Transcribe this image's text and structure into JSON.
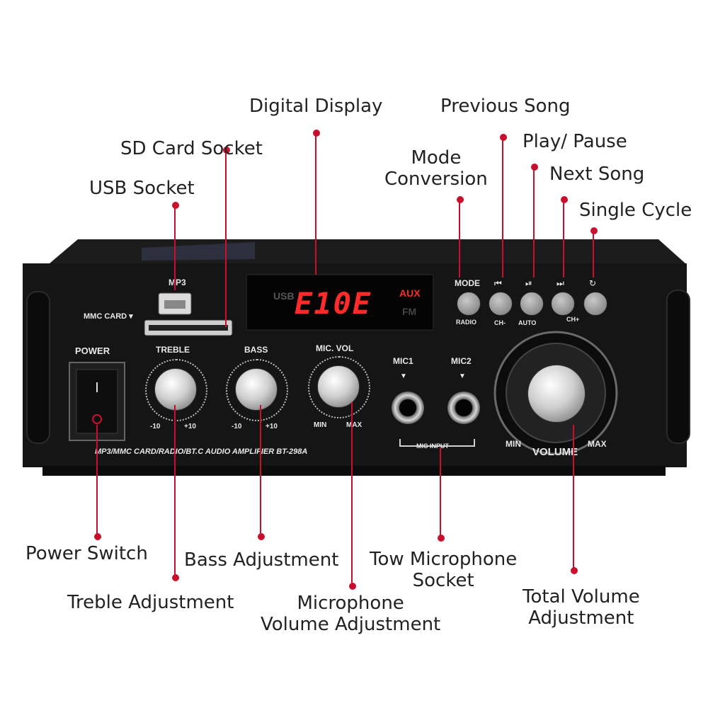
{
  "callouts": {
    "digital_display": "Digital Display",
    "previous_song": "Previous Song",
    "sd_card_socket": "SD Card Socket",
    "play_pause": "Play/ Pause",
    "mode_conversion_line1": "Mode",
    "mode_conversion_line2": "Conversion",
    "next_song": "Next Song",
    "usb_socket": "USB Socket",
    "single_cycle": "Single Cycle",
    "power_switch": "Power Switch",
    "bass_adjustment": "Bass Adjustment",
    "tow_microphone_line1": "Tow Microphone",
    "tow_microphone_line2": "Socket",
    "treble_adjustment": "Treble Adjustment",
    "microphone_volume_line1": "Microphone",
    "microphone_volume_line2": "Volume Adjustment",
    "total_volume_line1": "Total Volume",
    "total_volume_line2": "Adjustment"
  },
  "panel": {
    "mp3": "MP3",
    "mmc_card": "MMC CARD ▾",
    "power": "POWER",
    "treble": "TREBLE",
    "bass": "BASS",
    "mic_vol": "MIC. VOL",
    "treble_min": "-10",
    "treble_max": "+10",
    "bass_min": "-10",
    "bass_max": "+10",
    "mic_min": "MIN",
    "mic_max": "MAX",
    "mic1": "MIC1",
    "mic2": "MIC2",
    "mic_input": "MIC INPUT",
    "mode": "MODE",
    "radio": "RADIO",
    "ch_minus": "CH-",
    "auto": "AUTO",
    "ch_plus": "CH+",
    "volume": "VOLUME",
    "vol_min": "MIN",
    "vol_max": "MAX",
    "model_line": "MP3/MMC CARD/RADIO/BT.C AUDIO AMPLIFIER BT-298A",
    "display_usb": "USB",
    "display_aux": "AUX",
    "display_fm": "FM",
    "display_digits": "E10E"
  },
  "colors": {
    "leader": "#c8102e",
    "panel": "#141414",
    "display_red": "#ff2a2a"
  }
}
